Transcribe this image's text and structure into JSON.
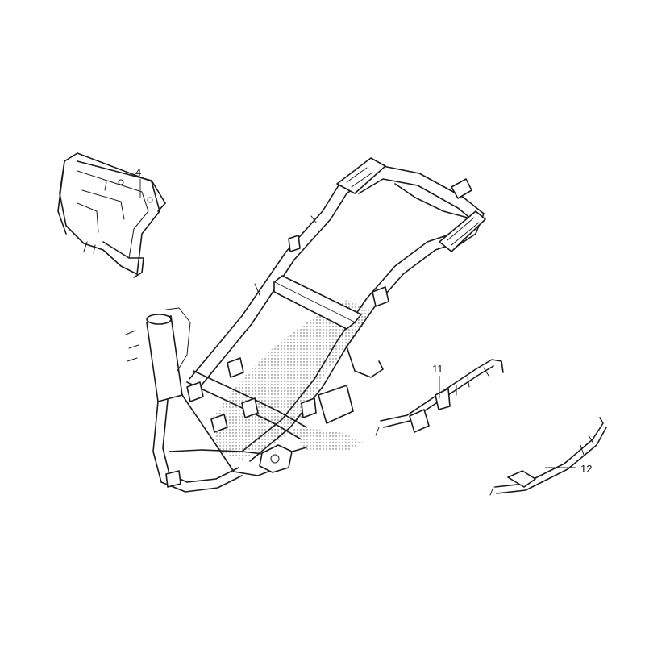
{
  "callouts": {
    "bracket": "4",
    "left_step_rail": "11",
    "right_step_rail": "12"
  }
}
